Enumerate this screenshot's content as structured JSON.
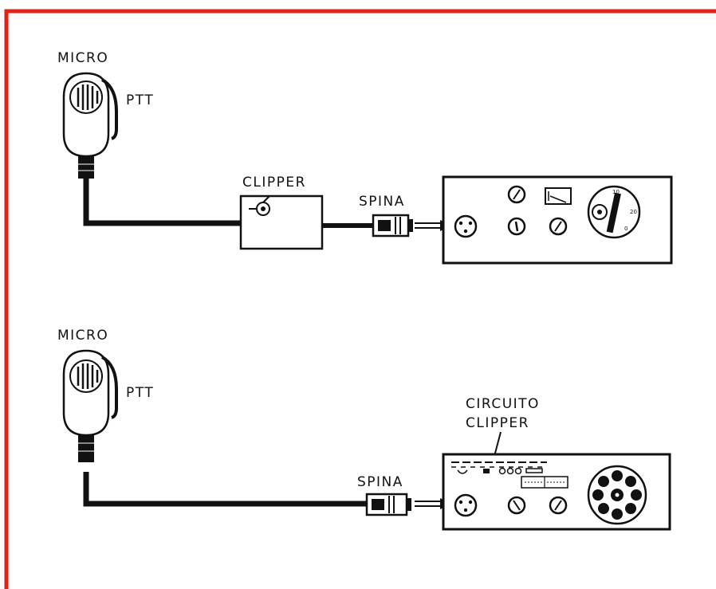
{
  "colors": {
    "frame": "#e2231a",
    "ink": "#111111",
    "paper": "#ffffff"
  },
  "top": {
    "micro_label": "MICRO",
    "ptt_label": "PTT",
    "clipper_label": "CLIPPER",
    "spina_label": "SPINA"
  },
  "bottom": {
    "micro_label": "MICRO",
    "ptt_label": "PTT",
    "circuit_label_line1": "CIRCUITO",
    "circuit_label_line2": "CLIPPER",
    "spina_label": "SPINA"
  },
  "icons": [
    "microphone-icon",
    "clipper-box",
    "plug-icon",
    "radio-transceiver-icon",
    "rotary-dial-icon",
    "meter-icon"
  ]
}
